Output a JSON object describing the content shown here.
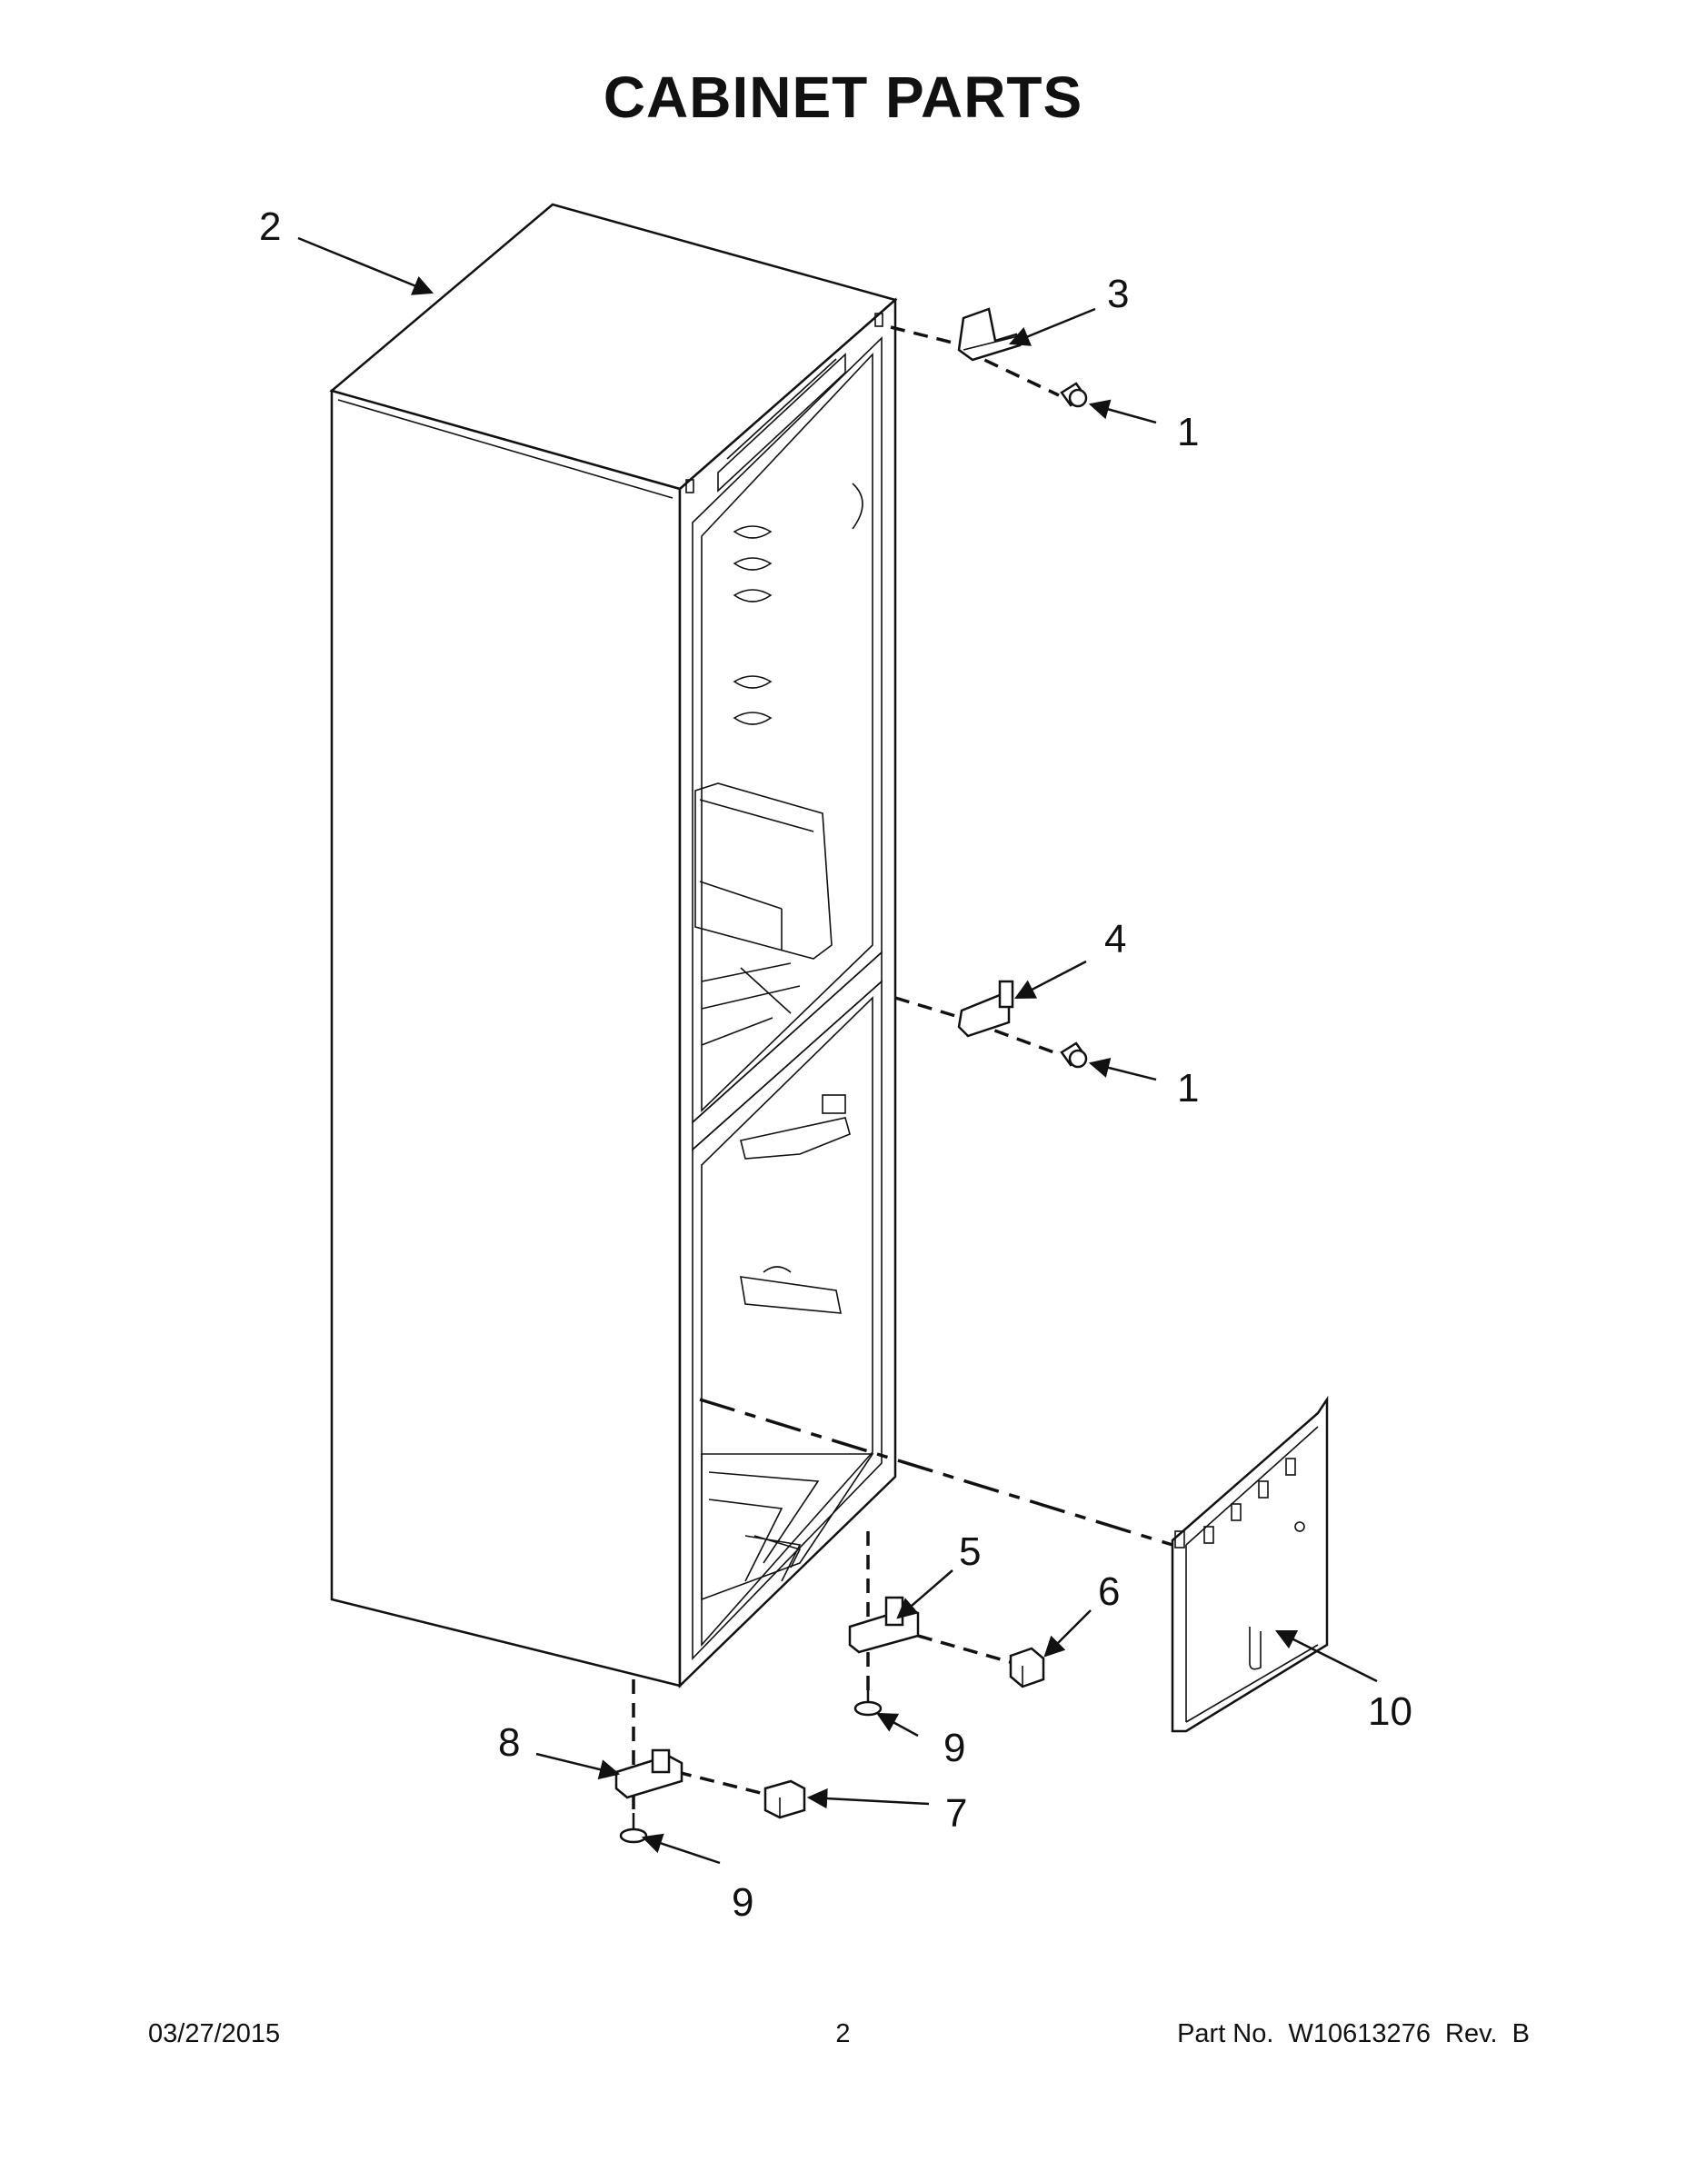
{
  "title": "CABINET PARTS",
  "callouts": {
    "c1a": "1",
    "c1b": "1",
    "c2": "2",
    "c3": "3",
    "c4": "4",
    "c5": "5",
    "c6": "6",
    "c7": "7",
    "c8": "8",
    "c9a": "9",
    "c9b": "9",
    "c10": "10"
  },
  "footer": {
    "date": "03/27/2015",
    "page": "2",
    "part": "Part No.  W10613276  Rev.  B"
  }
}
